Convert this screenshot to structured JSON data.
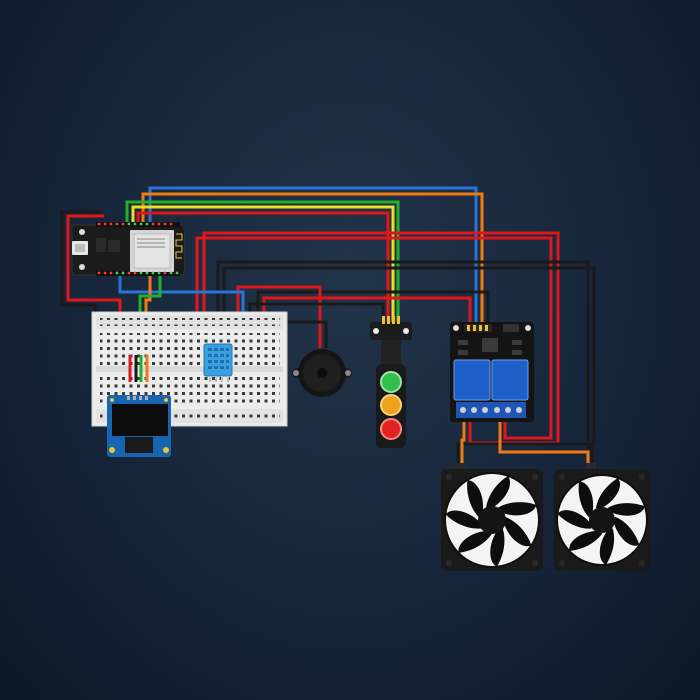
{
  "diagram": {
    "background_color": "#16253a",
    "wire_colors": {
      "red": "#e0161b",
      "black": "#1a1a1a",
      "green": "#22b02c",
      "yellow": "#e8e020",
      "orange": "#f07a13",
      "blue": "#2a74d6"
    },
    "components": [
      "esp32-board",
      "breadboard",
      "dht11-sensor",
      "oled-display",
      "buzzer",
      "traffic-light-module",
      "relay-module",
      "fan-left",
      "fan-right"
    ],
    "traffic_light_colors": [
      "#2fbf4a",
      "#f0a21e",
      "#e2221f"
    ],
    "relay_color": "#1f5fc9",
    "oled_board_color": "#1764b0"
  }
}
